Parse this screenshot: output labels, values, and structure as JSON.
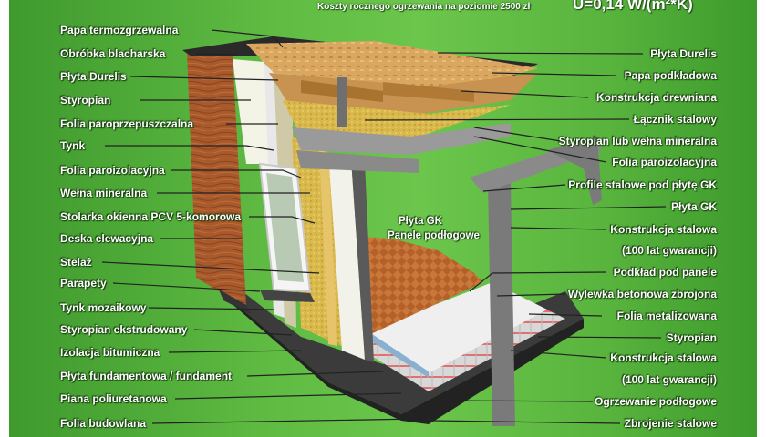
{
  "header": {
    "note": "Koszty rocznego ogrzewania na poziomie 2500 zł",
    "value": "U=0,14 W/(m²*K)"
  },
  "left_labels": [
    "Papa termozgrzewalna",
    "Obróbka blacharska",
    "Płyta Durelis",
    "Styropian",
    "Folia paroprzepuszczalna",
    "Tynk",
    "Folia paroizolacyjna",
    "Wełna mineralna",
    "Stolarka okienna PCV 5-komorowa",
    "Deska elewacyjna",
    "Stelaż",
    "Parapety",
    "Tynk mozaikowy",
    "Styropian ekstrudowany",
    "Izolacja bitumiczna",
    "Płyta fundamentowa / fundament",
    "Piana poliuretanowa",
    "Folia budowlana"
  ],
  "right_labels": [
    "Płyta Durelis",
    "Papa podkładowa",
    "Konstrukcja drewniana",
    "Łącznik stalowy",
    "Styropian lub wełna mineralna",
    "Folia paroizolacyjna",
    "Profile stalowe pod płytę GK",
    "Płyta GK",
    "Konstrukcja stalowa",
    "(100 lat gwarancji)",
    "Podkład pod panele",
    "Wylewka betonowa zbrojona",
    "Folia metalizowana",
    "Styropian",
    "Konstrukcja stalowa",
    "(100 lat gwarancji)",
    "Ogrzewanie podłogowe",
    "Zbrojenie stalowe"
  ],
  "center_labels": [
    "Płyta GK",
    "Panele podłogowe"
  ]
}
